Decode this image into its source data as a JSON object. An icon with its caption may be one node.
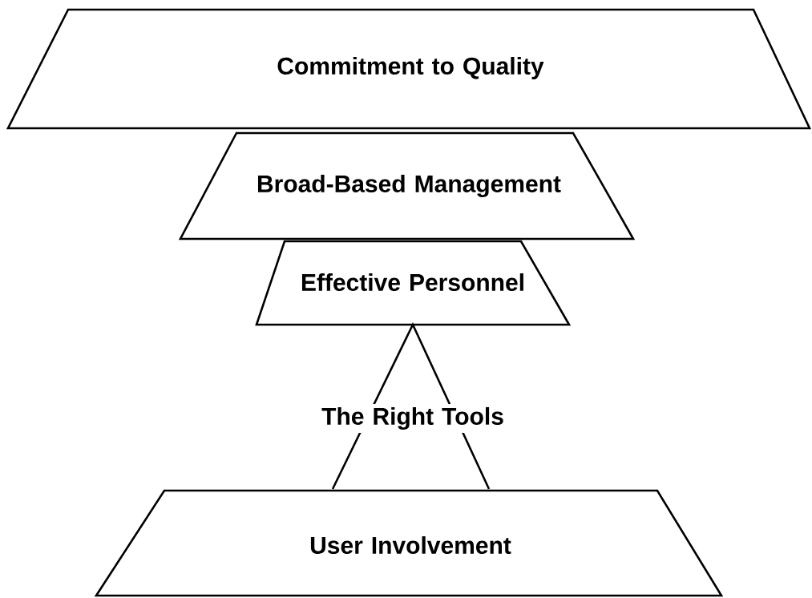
{
  "diagram": {
    "nodes": [
      {
        "text": [
          "Commitment to Quality"
        ]
      },
      {
        "text": [
          "Broad-Based Management"
        ]
      },
      {
        "text": [
          "Effective Personnel"
        ]
      },
      {
        "text": [
          "The Right Tools"
        ]
      },
      {
        "text": [
          "User Involvement"
        ]
      }
    ]
  }
}
